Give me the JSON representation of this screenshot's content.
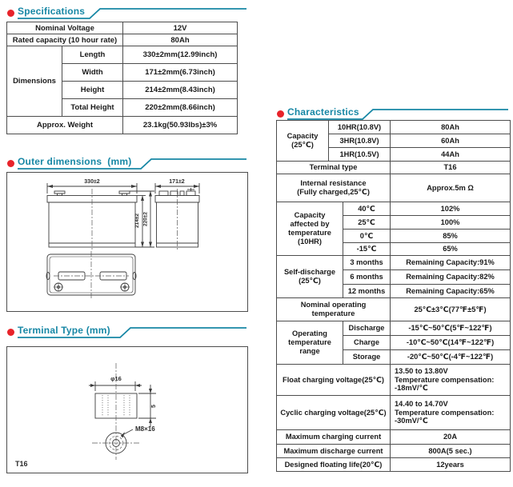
{
  "colors": {
    "accent": "#1787a5",
    "bullet": "#e8232a",
    "border": "#4d4d4d",
    "text": "#1a1a1a"
  },
  "specifications": {
    "title": "Specifications",
    "rows": [
      {
        "label": "Nominal Voltage",
        "value": "12V"
      },
      {
        "label": "Rated capacity (10 hour rate)",
        "value": "80Ah"
      }
    ],
    "dimensions": {
      "label": "Dimensions",
      "rows": [
        {
          "label": "Length",
          "value": "330±2mm(12.99inch)"
        },
        {
          "label": "Width",
          "value": "171±2mm(6.73inch)"
        },
        {
          "label": "Height",
          "value": "214±2mm(8.43inch)"
        },
        {
          "label": "Total Height",
          "value": "220±2mm(8.66inch)"
        }
      ]
    },
    "weight": {
      "label": "Approx. Weight",
      "value": "23.1kg(50.93lbs)±3%"
    }
  },
  "outer_dimensions": {
    "title": "Outer dimensions  (mm)",
    "front_width": "330±2",
    "side_width": "171±2",
    "height_body": "214±2",
    "height_total": "220±2"
  },
  "terminal_type": {
    "title": "Terminal Type (mm)",
    "diameter": "φ16",
    "height": "5",
    "thread": "M8×16",
    "name": "T16"
  },
  "characteristics": {
    "title": "Characteristics",
    "capacity": {
      "label": "Capacity\n(25℃)",
      "rows": [
        {
          "label": "10HR(10.8V)",
          "value": "80Ah"
        },
        {
          "label": "3HR(10.8V)",
          "value": "60Ah"
        },
        {
          "label": "1HR(10.5V)",
          "value": "44Ah"
        }
      ]
    },
    "terminal": {
      "label": "Terminal type",
      "value": "T16"
    },
    "internal_resistance": {
      "label": "Internal resistance\n(Fully charged,25℃)",
      "value": "Approx.5m Ω"
    },
    "capacity_temp": {
      "label": "Capacity\naffected by\ntemperature\n(10HR)",
      "rows": [
        {
          "label": "40℃",
          "value": "102%"
        },
        {
          "label": "25℃",
          "value": "100%"
        },
        {
          "label": "0℃",
          "value": "85%"
        },
        {
          "label": "-15℃",
          "value": "65%"
        }
      ]
    },
    "self_discharge": {
      "label": "Self-discharge\n(25℃)",
      "rows": [
        {
          "label": "3 months",
          "value": "Remaining Capacity:91%"
        },
        {
          "label": "6 months",
          "value": "Remaining Capacity:82%"
        },
        {
          "label": "12 months",
          "value": "Remaining Capacity:65%"
        }
      ]
    },
    "nominal_temp": {
      "label": "Nominal operating\ntemperature",
      "value": "25℃±3℃(77℉±5℉)"
    },
    "op_temp": {
      "label": "Operating\ntemperature\nrange",
      "rows": [
        {
          "label": "Discharge",
          "value": "-15℃~50℃(5℉~122℉)"
        },
        {
          "label": "Charge",
          "value": "-10℃~50℃(14℉~122℉)"
        },
        {
          "label": "Storage",
          "value": "-20℃~50℃(-4℉~122℉)"
        }
      ]
    },
    "float_charging": {
      "label": "Float charging voltage(25℃)",
      "value": "13.50 to 13.80V\nTemperature compensation:\n-18mV/℃"
    },
    "cyclic_charging": {
      "label": "Cyclic charging voltage(25℃)",
      "value": "14.40 to 14.70V\nTemperature compensation:\n-30mV/℃"
    },
    "max_charge_current": {
      "label": "Maximum charging current",
      "value": "20A"
    },
    "max_discharge_current": {
      "label": "Maximum discharge current",
      "value": "800A(5 sec.)"
    },
    "float_life": {
      "label": "Designed floating life(20℃)",
      "value": "12years"
    }
  }
}
